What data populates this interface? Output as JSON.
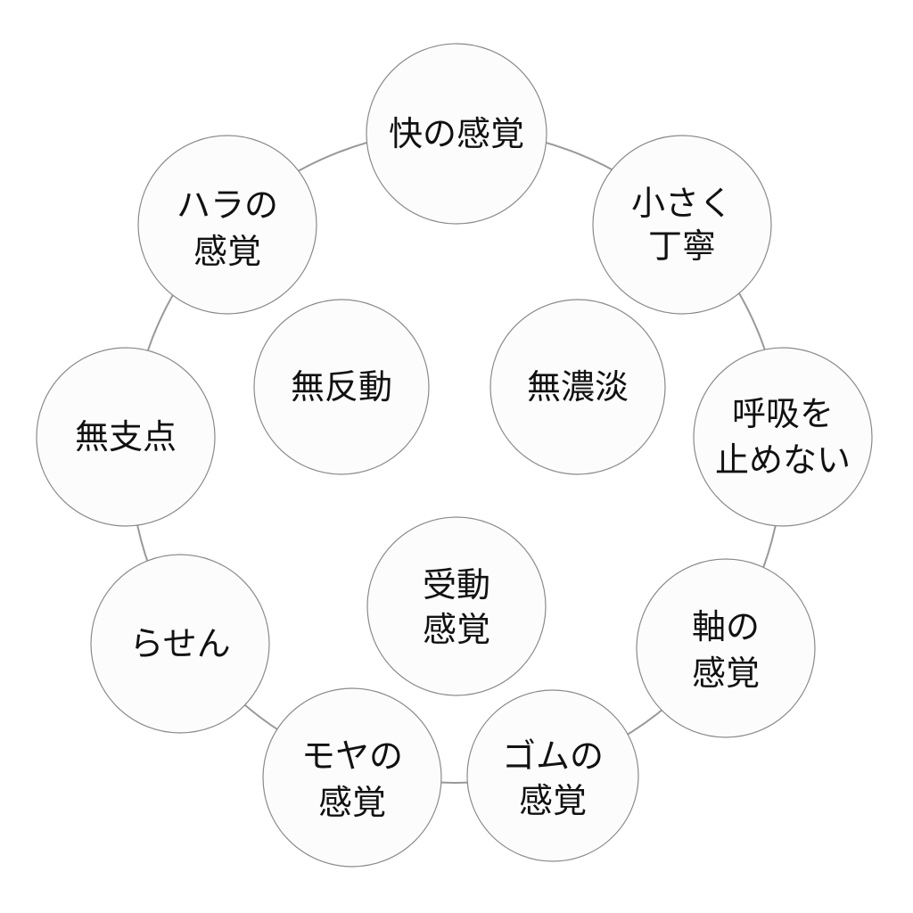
{
  "ring_nodes": [
    {
      "lines": [
        "快の感覚"
      ]
    },
    {
      "lines": [
        "小さく",
        "丁寧"
      ]
    },
    {
      "lines": [
        "呼吸を",
        "止めない"
      ]
    },
    {
      "lines": [
        "軸の",
        "感覚"
      ]
    },
    {
      "lines": [
        "ゴムの",
        "感覚"
      ]
    },
    {
      "lines": [
        "モヤの",
        "感覚"
      ]
    },
    {
      "lines": [
        "らせん"
      ]
    },
    {
      "lines": [
        "無支点"
      ]
    },
    {
      "lines": [
        "ハラの",
        "感覚"
      ]
    }
  ],
  "inner_nodes": [
    {
      "lines": [
        "無反動"
      ]
    },
    {
      "lines": [
        "無濃淡"
      ]
    },
    {
      "lines": [
        "受動",
        "感覚"
      ]
    }
  ]
}
